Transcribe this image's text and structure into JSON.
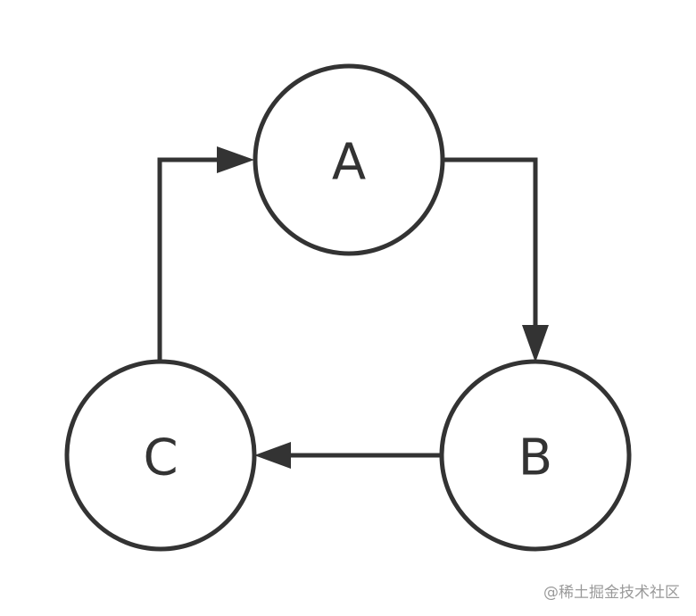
{
  "nodes": {
    "a": {
      "label": "A"
    },
    "b": {
      "label": "B"
    },
    "c": {
      "label": "C"
    }
  },
  "edges": [
    {
      "from": "A",
      "to": "B"
    },
    {
      "from": "B",
      "to": "C"
    },
    {
      "from": "C",
      "to": "A"
    }
  ],
  "colors": {
    "stroke": "#333333",
    "background": "#ffffff",
    "watermark": "#9a9a9a"
  },
  "watermark": "@稀土掘金技术社区"
}
